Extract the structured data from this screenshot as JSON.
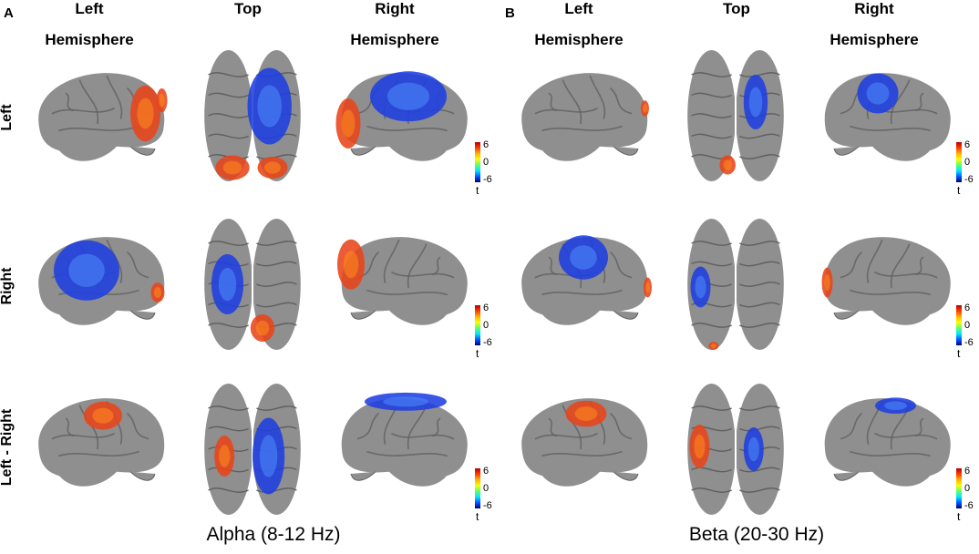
{
  "panels": [
    {
      "letter": "A",
      "columns": {
        "left": "Left",
        "left_sub": "Hemisphere",
        "top": "Top",
        "right": "Right",
        "right_sub": "Hemisphere"
      },
      "band": "Alpha (8-12 Hz)"
    },
    {
      "letter": "B",
      "columns": {
        "left": "Left",
        "left_sub": "Hemisphere",
        "top": "Top",
        "right": "Right",
        "right_sub": "Hemisphere"
      },
      "band": "Beta (20-30 Hz)"
    }
  ],
  "rows": [
    "Left",
    "Right",
    "Left - Right"
  ],
  "colorbar": {
    "max": "6",
    "mid": "0",
    "min": "-6",
    "unit": "t"
  },
  "colors": {
    "brain": "#8f8f8f",
    "sulcus": "#5f5f5f",
    "positive": "#e8461a",
    "positive_hi": "#ff8a1a",
    "negative": "#1f3fe0",
    "negative_hi": "#4f8dff"
  }
}
